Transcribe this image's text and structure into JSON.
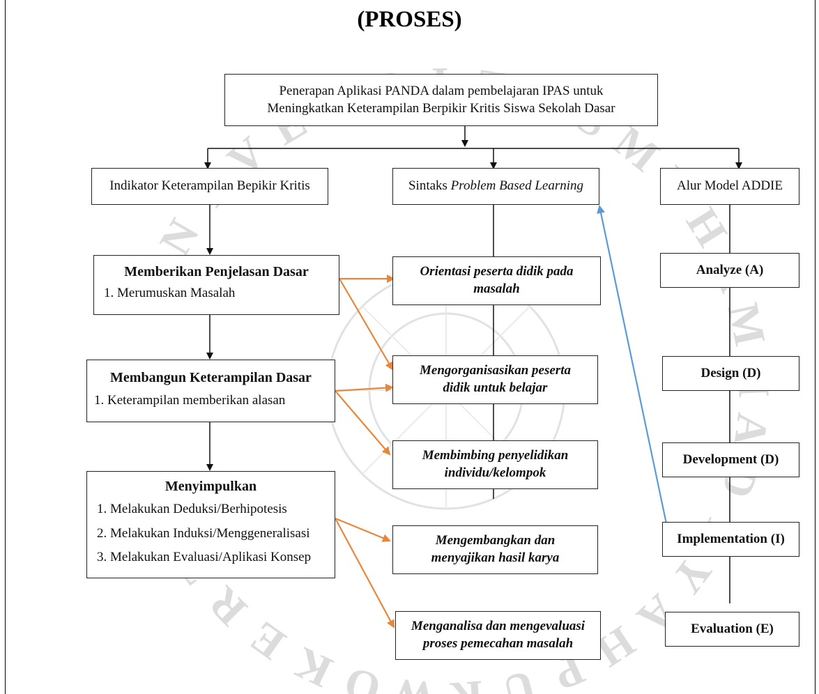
{
  "title": "(PROSES)",
  "watermark": {
    "letters": [
      "U",
      "N",
      "I",
      "V",
      "E",
      "R",
      "S",
      "I",
      "T",
      "A",
      "S",
      "M",
      "U",
      "H",
      "A",
      "M",
      "M",
      "A",
      "D",
      "I",
      "Y",
      "A",
      "H",
      "P",
      "U",
      "R",
      "W",
      "O",
      "K",
      "E",
      "R",
      "T",
      "O"
    ]
  },
  "top_box": {
    "line1": "Penerapan Aplikasi PANDA dalam pembelajaran IPAS untuk",
    "line2": "Meningkatkan Keterampilan Berpikir Kritis Siswa Sekolah Dasar"
  },
  "left_column": {
    "header": "Indikator Keterampilan Bepikir Kritis",
    "boxes": [
      {
        "heading": "Memberikan Penjelasan Dasar",
        "items": [
          "1. Merumuskan Masalah"
        ]
      },
      {
        "heading": "Membangun Keterampilan Dasar",
        "items": [
          "1. Keterampilan memberikan alasan"
        ]
      },
      {
        "heading": "Menyimpulkan",
        "items": [
          "1. Melakukan Deduksi/Berhipotesis",
          "2. Melakukan Induksi/Menggeneralisasi",
          "3. Melakukan Evaluasi/Aplikasi Konsep"
        ]
      }
    ]
  },
  "middle_column": {
    "header_prefix": "Sintaks ",
    "header_italic": "Problem Based Learning",
    "steps": [
      {
        "line1": "Orientasi peserta didik pada",
        "line2": "masalah"
      },
      {
        "line1": "Mengorganisasikan peserta",
        "line2": "didik untuk belajar"
      },
      {
        "line1": "Membimbing penyelidikan",
        "line2": "individu/kelompok"
      },
      {
        "line1": "Mengembangkan dan",
        "line2": "menyajikan hasil karya"
      },
      {
        "line1": "Menganalisa dan mengevaluasi",
        "line2": "proses pemecahan masalah"
      }
    ]
  },
  "right_column": {
    "header": "Alur Model ADDIE",
    "steps": [
      "Analyze (A)",
      "Design (D)",
      "Development (D)",
      "Implementation (I)",
      "Evaluation (E)"
    ]
  },
  "colors": {
    "line": "#111111",
    "orange_arrow": "#E8873A",
    "blue_arrow": "#5B9BD5",
    "watermark": "#d9d9d9"
  }
}
